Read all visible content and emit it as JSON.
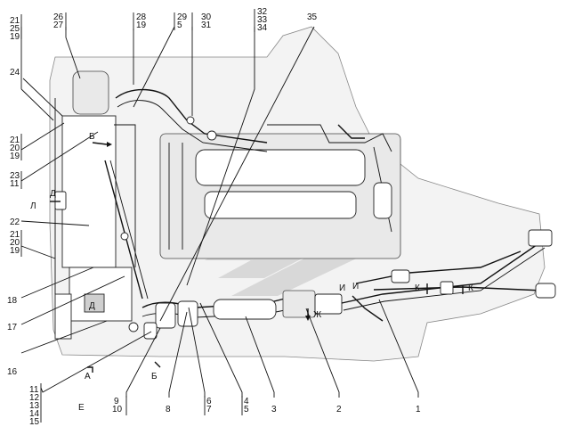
{
  "callouts_top": {
    "c21_25_19": [
      "21",
      "25",
      "19"
    ],
    "c26_27": [
      "26",
      "27"
    ],
    "c28_19": [
      "28",
      "19"
    ],
    "c29_5": [
      "29",
      "5"
    ],
    "c30_31": [
      "30",
      "31"
    ],
    "c32_33_34": [
      "32",
      "33",
      "34"
    ],
    "c35": "35"
  },
  "callouts_left": {
    "c24": "24",
    "c21_20_19_a": [
      "21",
      "20",
      "19"
    ],
    "c23_11": [
      "23",
      "11"
    ],
    "c22": "22",
    "c21_20_19_b": [
      "21",
      "20",
      "19"
    ],
    "c18": "18",
    "c17": "17",
    "c16": "16",
    "c11_15": [
      "11",
      "12",
      "13",
      "14",
      "15"
    ]
  },
  "callouts_bottom": {
    "c9_10": [
      "9",
      "10"
    ],
    "c8": "8",
    "c6_7": [
      "6",
      "7"
    ],
    "c4_5": [
      "4",
      "5"
    ],
    "c3": "3",
    "c2": "2",
    "c1": "1"
  },
  "view_letters": {
    "b_top": "Б",
    "l": "Л",
    "d": "Д",
    "d_box": "Д",
    "a": "А",
    "e": "Е",
    "b_bottom": "Б",
    "zh": "Ж",
    "i1": "И",
    "i2": "И",
    "k1": "К",
    "k2": "К"
  }
}
